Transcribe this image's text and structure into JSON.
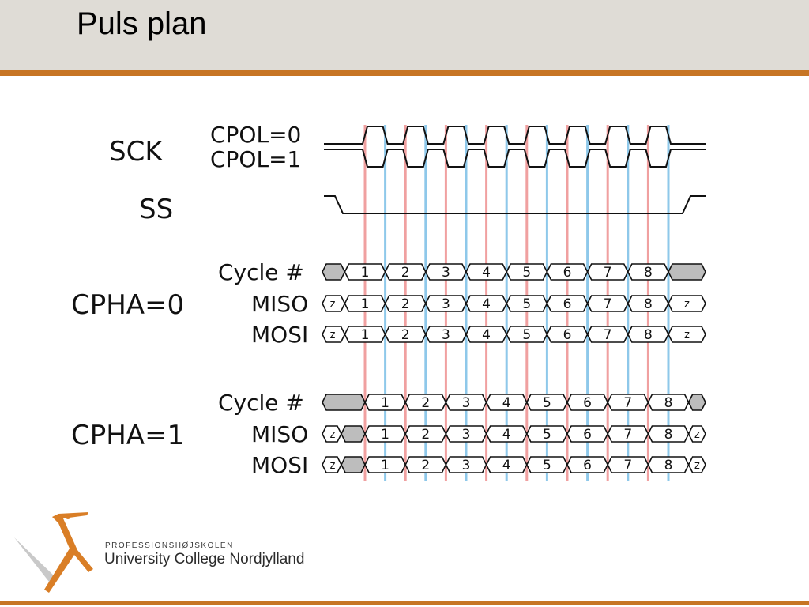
{
  "header": {
    "title": "Puls plan"
  },
  "diagram": {
    "sck": {
      "label": "SCK",
      "cpol0": "CPOL=0",
      "cpol1": "CPOL=1"
    },
    "ss": {
      "label": "SS"
    },
    "cpha0": {
      "label": "CPHA=0",
      "rows": [
        {
          "name": "Cycle #",
          "cells": [
            "1",
            "2",
            "3",
            "4",
            "5",
            "6",
            "7",
            "8"
          ]
        },
        {
          "name": "MISO",
          "lead": "z",
          "cells": [
            "1",
            "2",
            "3",
            "4",
            "5",
            "6",
            "7",
            "8"
          ],
          "tail": "z"
        },
        {
          "name": "MOSI",
          "lead": "z",
          "cells": [
            "1",
            "2",
            "3",
            "4",
            "5",
            "6",
            "7",
            "8"
          ],
          "tail": "z"
        }
      ]
    },
    "cpha1": {
      "label": "CPHA=1",
      "rows": [
        {
          "name": "Cycle #",
          "cells": [
            "1",
            "2",
            "3",
            "4",
            "5",
            "6",
            "7",
            "8"
          ]
        },
        {
          "name": "MISO",
          "lead": "z",
          "cells": [
            "1",
            "2",
            "3",
            "4",
            "5",
            "6",
            "7",
            "8"
          ],
          "tail": "z"
        },
        {
          "name": "MOSI",
          "lead": "z",
          "cells": [
            "1",
            "2",
            "3",
            "4",
            "5",
            "6",
            "7",
            "8"
          ],
          "tail": "z"
        }
      ]
    },
    "colors": {
      "leading_edge": "#f0a0a0",
      "trailing_edge": "#8ec8ea",
      "idle_fill": "#bdbdbd",
      "signal": "#111111"
    }
  },
  "footer": {
    "institution_small": "PROFESSIONSHØJSKOLEN",
    "institution_name": "University College Nordjylland",
    "brand_color": "#c77524"
  }
}
